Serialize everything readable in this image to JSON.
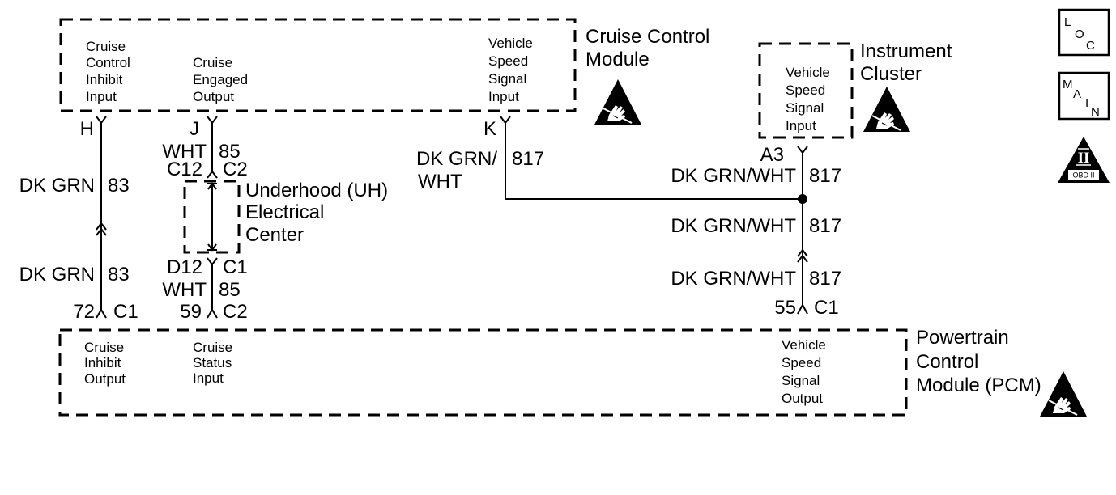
{
  "ccm": {
    "title": [
      "Cruise Control",
      "Module"
    ],
    "inhibit_input": [
      "Cruise",
      "Control",
      "Inhibit",
      "Input"
    ],
    "engaged_output": [
      "Cruise",
      "Engaged",
      "Output"
    ],
    "vss_input": [
      "Vehicle",
      "Speed",
      "Signal",
      "Input"
    ]
  },
  "ipc": {
    "title": [
      "Instrument",
      "Cluster"
    ],
    "vss_input": [
      "Vehicle",
      "Speed",
      "Signal",
      "Input"
    ]
  },
  "uh": {
    "title": [
      "Underhood (UH)",
      "Electrical",
      "Center"
    ]
  },
  "pcm": {
    "title": [
      "Powertrain",
      "Control",
      "Module (PCM)"
    ],
    "inhibit_output": [
      "Cruise",
      "Inhibit",
      "Output"
    ],
    "status_input": [
      "Cruise",
      "Status",
      "Input"
    ],
    "vss_output": [
      "Vehicle",
      "Speed",
      "Signal",
      "Output"
    ]
  },
  "circuit_83": {
    "ccm_pin": "H",
    "upper": {
      "color": "DK GRN",
      "number": "83"
    },
    "lower": {
      "color": "DK GRN",
      "number": "83"
    },
    "pcm_pin": "72",
    "pcm_connector": "C1"
  },
  "circuit_85": {
    "ccm_pin": "J",
    "upper": {
      "color": "WHT",
      "number": "85"
    },
    "uh_in_pin": "C12",
    "uh_in_connector": "C2",
    "uh_out_pin": "D12",
    "uh_out_connector": "C1",
    "lower": {
      "color": "WHT",
      "number": "85"
    },
    "pcm_pin": "59",
    "pcm_connector": "C2"
  },
  "circuit_817": {
    "ccm_pin": "K",
    "ccm_branch": {
      "color": [
        "DK GRN/",
        "WHT"
      ],
      "number": "817"
    },
    "ipc_pin": "A3",
    "ipc_branch": {
      "color": "DK GRN/WHT",
      "number": "817"
    },
    "trunk": {
      "color": "DK GRN/WHT",
      "number": "817"
    },
    "pcm_branch": {
      "color": "DK GRN/WHT",
      "number": "817"
    },
    "pcm_pin": "55",
    "pcm_connector": "C1"
  },
  "legend_icons": {
    "loc": [
      "L",
      "O",
      "C"
    ],
    "main": [
      "M",
      "A",
      "I",
      "N"
    ],
    "obd": {
      "numeral": "II",
      "label": "OBD II"
    }
  },
  "icons": {
    "esd": "esd-icon",
    "splice": "splice-dot-icon"
  }
}
